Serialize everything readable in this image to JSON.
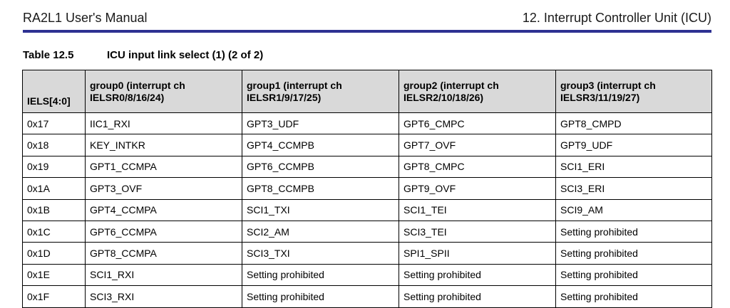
{
  "header": {
    "manual_title": "RA2L1 User's Manual",
    "chapter_title": "12. Interrupt Controller Unit (ICU)",
    "rule_color": "#2e3192"
  },
  "table": {
    "caption_number": "Table 12.5",
    "caption_title": "ICU input link select (1) (2 of 2)",
    "columns": [
      [
        "IELS[4:0]"
      ],
      [
        "group0 (interrupt ch",
        "IELSR0/8/16/24)"
      ],
      [
        "group1 (interrupt ch",
        "IELSR1/9/17/25)"
      ],
      [
        "group2 (interrupt ch",
        "IELSR2/10/18/26)"
      ],
      [
        "group3 (interrupt ch",
        "IELSR3/11/19/27)"
      ]
    ],
    "rows": [
      [
        "0x17",
        "IIC1_RXI",
        "GPT3_UDF",
        "GPT6_CMPC",
        "GPT8_CMPD"
      ],
      [
        "0x18",
        "KEY_INTKR",
        "GPT4_CCMPB",
        "GPT7_OVF",
        "GPT9_UDF"
      ],
      [
        "0x19",
        "GPT1_CCMPA",
        "GPT6_CCMPB",
        "GPT8_CMPC",
        "SCI1_ERI"
      ],
      [
        "0x1A",
        "GPT3_OVF",
        "GPT8_CCMPB",
        "GPT9_OVF",
        "SCI3_ERI"
      ],
      [
        "0x1B",
        "GPT4_CCMPA",
        "SCI1_TXI",
        "SCI1_TEI",
        "SCI9_AM"
      ],
      [
        "0x1C",
        "GPT6_CCMPA",
        "SCI2_AM",
        "SCI3_TEI",
        "Setting prohibited"
      ],
      [
        "0x1D",
        "GPT8_CCMPA",
        "SCI3_TXI",
        "SPI1_SPII",
        "Setting prohibited"
      ],
      [
        "0x1E",
        "SCI1_RXI",
        "Setting prohibited",
        "Setting prohibited",
        "Setting prohibited"
      ],
      [
        "0x1F",
        "SCI3_RXI",
        "Setting prohibited",
        "Setting prohibited",
        "Setting prohibited"
      ]
    ]
  }
}
